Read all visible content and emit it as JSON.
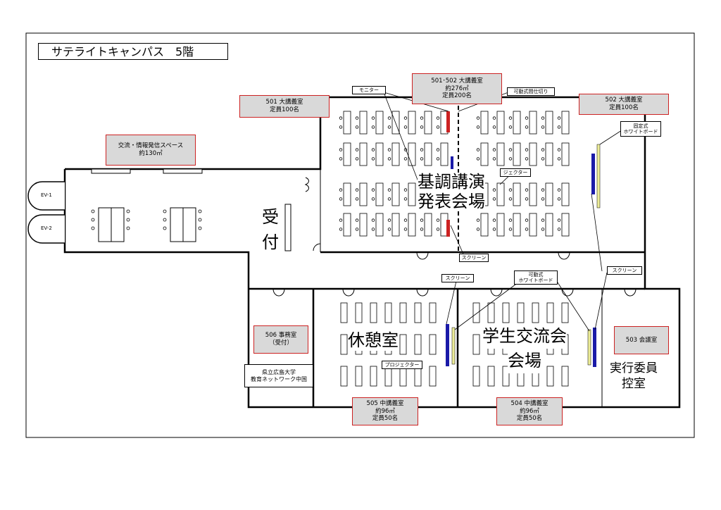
{
  "title": "サテライトキャンパス　5階",
  "elevators": [
    "EV-1",
    "EV-2"
  ],
  "rooms": {
    "r501": {
      "line1": "501 大講義室",
      "line2": "定員100名"
    },
    "r501_502": {
      "line1": "501･502 大講義室",
      "line2": "約276㎡",
      "line3": "定員200名"
    },
    "r502": {
      "line1": "502 大講義室",
      "line2": "定員100名"
    },
    "lounge": {
      "line1": "交流・情報発信スペース",
      "line2": "約130㎡"
    },
    "r506": {
      "line1": "506 事務室",
      "line2": "（受付）"
    },
    "r505": {
      "line1": "505 中講義室",
      "line2": "約96㎡",
      "line3": "定員50名"
    },
    "r504": {
      "line1": "504 中講義室",
      "line2": "約96㎡",
      "line3": "定員50名"
    },
    "r503": {
      "line1": "503 会議室"
    },
    "network": {
      "line1": "県立広島大学",
      "line2": "教育ネットワーク中国"
    }
  },
  "callouts": {
    "monitor": "モニター",
    "partition": "可動式間仕切り",
    "fixed_wb_1": "固定式",
    "fixed_wb_2": "ホワイトボード",
    "projector_top": "ジェクター",
    "screen_top": "スクリーン",
    "screen_mid": "スクリーン",
    "screen_right": "スクリーン",
    "movable_wb_1": "可動式",
    "movable_wb_2": "ホワイトボード",
    "projector_bottom": "プロジェクター"
  },
  "venues": {
    "keynote_1": "基調講演",
    "keynote_2": "発表会場",
    "reception_1": "受",
    "reception_2": "付",
    "rest": "休憩室",
    "student_1": "学生交流会",
    "student_2": "会場",
    "staff_1": "実行委員",
    "staff_2": "控室"
  },
  "colors": {
    "wall": "#000000",
    "highlight": "#cc2222",
    "fill": "#d9d9d9",
    "screen": "#1a1aa8",
    "board": "#eeee99"
  }
}
